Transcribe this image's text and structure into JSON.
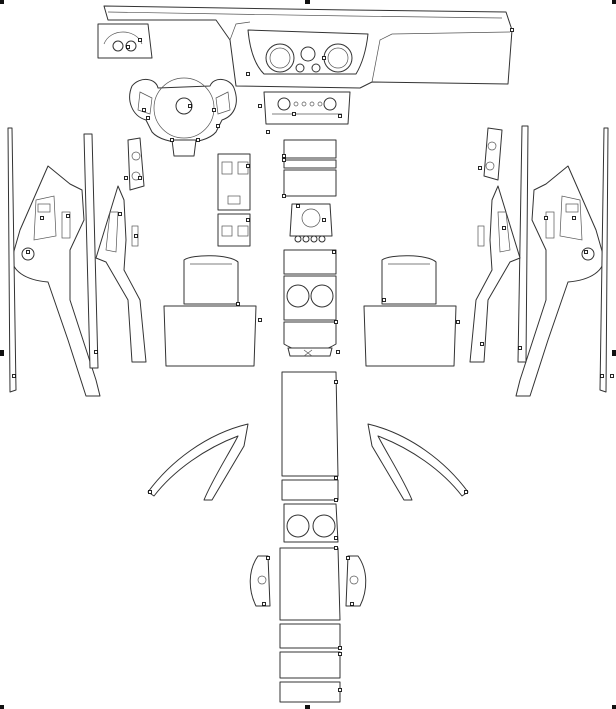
{
  "colors": {
    "outline": "#333333",
    "handle": "#111111",
    "background": "#ffffff"
  },
  "control_point_style": "white square, black outline",
  "registration_mark_style": "solid black square",
  "parts": [
    "dashboard-panel",
    "instrument-cluster-surround",
    "left-small-dash-panel",
    "steering-wheel-trim",
    "center-console-climate-panel",
    "center-console-stack",
    "gear-selector-panel",
    "cupholder-insert",
    "front-armrest-lid",
    "rear-center-console",
    "rear-cupholder-tray",
    "rear-console-vents",
    "front-left-door-panel",
    "front-right-door-panel",
    "rear-left-door-panel",
    "rear-right-door-panel",
    "left-pillar-strip",
    "right-pillar-strip",
    "left-a-pillar-trim",
    "right-a-pillar-trim",
    "left-seat-back-panel",
    "right-seat-back-panel",
    "left-window-switch-panel",
    "right-window-switch-panel",
    "left-small-switch-panel",
    "right-small-switch-panel",
    "rear-seat-window-switches-left",
    "rear-seat-window-switches-right",
    "left-mirror-switch",
    "right-mirror-switch"
  ]
}
